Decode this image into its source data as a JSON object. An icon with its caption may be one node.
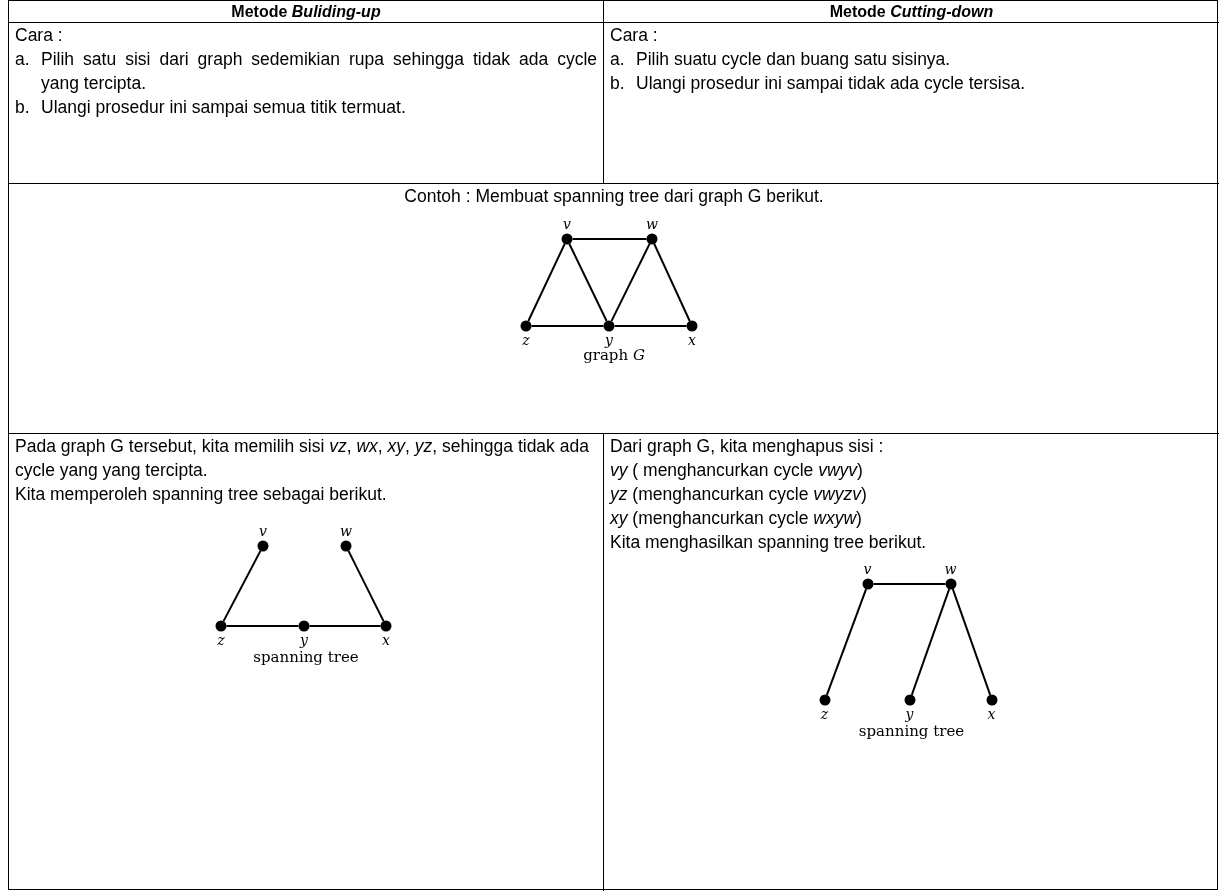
{
  "diagram": {
    "nodes": [
      {
        "text": [],
        "shape": "circle",
        "beside": [
          "v"
        ]
      },
      {
        "text": [],
        "shape": "circle",
        "beside": [
          "w"
        ]
      },
      {
        "text": [],
        "shape": "circle",
        "beside": [
          "z"
        ]
      },
      {
        "text": [],
        "shape": "circle",
        "beside": [
          "y"
        ]
      },
      {
        "text": [],
        "shape": "circle",
        "beside": [
          "x"
        ]
      },
      {
        "text": [],
        "shape": "circle",
        "beside": [
          "v"
        ]
      },
      {
        "text": [],
        "shape": "circle",
        "beside": [
          "w"
        ]
      },
      {
        "text": [],
        "shape": "circle",
        "beside": [
          "z"
        ]
      },
      {
        "text": [],
        "shape": "circle",
        "beside": [
          "y"
        ]
      },
      {
        "text": [],
        "shape": "circle",
        "beside": [
          "x"
        ]
      },
      {
        "text": [],
        "shape": "circle",
        "beside": [
          "v"
        ]
      },
      {
        "text": [],
        "shape": "circle",
        "beside": [
          "w"
        ]
      },
      {
        "text": [],
        "shape": "circle",
        "beside": [
          "z"
        ]
      },
      {
        "text": [],
        "shape": "circle",
        "beside": [
          "y"
        ]
      },
      {
        "text": [],
        "shape": "circle",
        "beside": [
          "x"
        ]
      }
    ],
    "edges": [
      {
        "from": 0,
        "to": 1,
        "arrow": "none"
      },
      {
        "from": 0,
        "to": 2,
        "arrow": "none"
      },
      {
        "from": 0,
        "to": 3,
        "arrow": "none"
      },
      {
        "from": 1,
        "to": 3,
        "arrow": "none"
      },
      {
        "from": 1,
        "to": 4,
        "arrow": "none"
      },
      {
        "from": 2,
        "to": 3,
        "arrow": "none"
      },
      {
        "from": 3,
        "to": 4,
        "arrow": "none"
      },
      {
        "from": 5,
        "to": 7,
        "arrow": "none"
      },
      {
        "from": 6,
        "to": 9,
        "arrow": "none"
      },
      {
        "from": 7,
        "to": 8,
        "arrow": "none"
      },
      {
        "from": 8,
        "to": 9,
        "arrow": "none"
      },
      {
        "from": 10,
        "to": 11,
        "arrow": "none"
      },
      {
        "from": 10,
        "to": 12,
        "arrow": "none"
      },
      {
        "from": 11,
        "to": 13,
        "arrow": "none"
      },
      {
        "from": 11,
        "to": 14,
        "arrow": "none"
      }
    ],
    "labels": [
      "Metode  *Buliding-up*",
      "Metode *Cutting-down*",
      "Cara :",
      "a.",
      "Pilih satu sisi dari graph sedemikian rupa sehingga tidak ada cycle yang tercipta.",
      "b.",
      "Ulangi prosedur ini sampai semua titik termuat.",
      "Cara :",
      "a.",
      "Pilih suatu cycle dan buang satu sisinya.",
      "b.",
      "Ulangi prosedur ini sampai tidak ada cycle tersisa.",
      "Contoh : Membuat spanning tree dari graph G berikut.",
      "graph *G*",
      "Pada graph G tersebut, kita memilih sisi  *vz*, *wx*, *xy*, *yz*, sehingga tidak ada cycle yang yang tercipta.",
      "Kita memperoleh spanning tree sebagai berikut.",
      "spanning tree",
      "Dari graph G, kita menghapus sisi :",
      "*vy* ( menghancurkan cycle *vwyv*)",
      "*yz* (menghancurkan cycle *vwyzv*)",
      "*xy* (menghancurkan cycle *wxyw*)",
      "Kita menghasilkan spanning tree berikut.",
      "spanning tree"
    ]
  }
}
